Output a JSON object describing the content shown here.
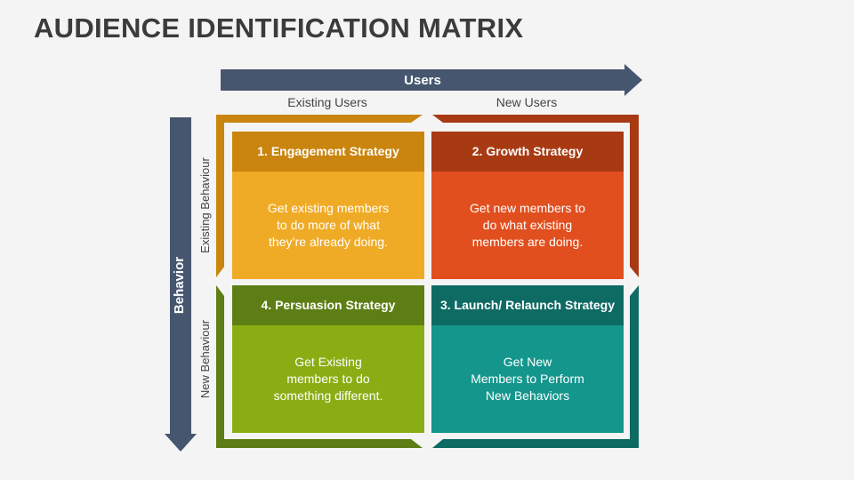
{
  "title": "AUDIENCE IDENTIFICATION MATRIX",
  "axes": {
    "top_label": "Users",
    "left_label": "Behavior",
    "columns": [
      "Existing Users",
      "New Users"
    ],
    "rows": [
      "Existing Behaviour",
      "New Behaviour"
    ]
  },
  "quadrants": [
    {
      "heading": "1. Engagement Strategy",
      "text": "Get existing members\nto do more of what\nthey’re already doing.",
      "color": "#f0ab26",
      "head_color": "#c9850e"
    },
    {
      "heading": "2. Growth Strategy",
      "text": "Get new members to\ndo what existing\nmembers are doing.",
      "color": "#e14f1f",
      "head_color": "#a83a13"
    },
    {
      "heading": "4. Persuasion Strategy",
      "text": "Get Existing\nmembers to do\nsomething different.",
      "color": "#8aad14",
      "head_color": "#5d7e14"
    },
    {
      "heading": "3. Launch/ Relaunch Strategy",
      "text": "Get New\nMembers to Perform\nNew Behaviors",
      "color": "#14968c",
      "head_color": "#0e6b64"
    }
  ],
  "colors": {
    "arrow": "#46566f",
    "frame_tl": "#c9850e",
    "frame_tr": "#a83a13",
    "frame_bl": "#5d7e14",
    "frame_br": "#0e6b64"
  }
}
